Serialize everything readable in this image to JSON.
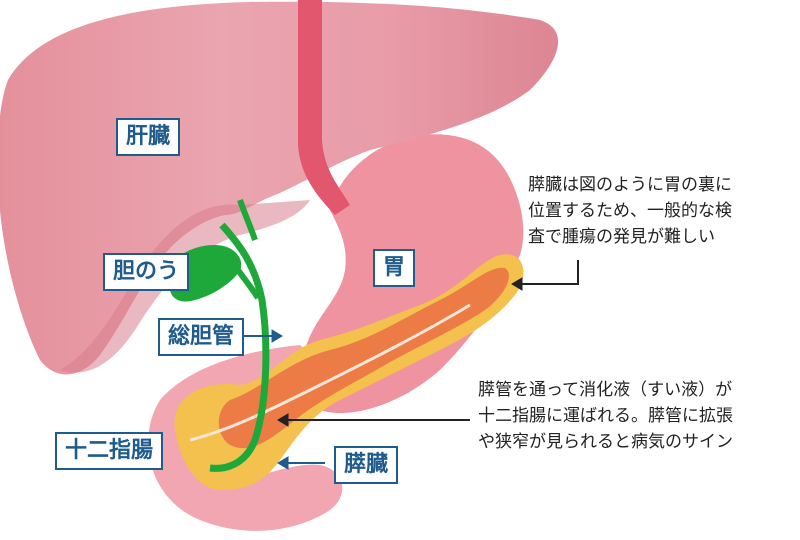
{
  "labels": {
    "liver": "肝臓",
    "gallbladder": "胆のう",
    "common_bile_duct": "総胆管",
    "stomach": "胃",
    "duodenum": "十二指腸",
    "pancreas": "膵臓"
  },
  "notes": {
    "location": [
      "膵臓は図のように胃の裏に",
      "位置するため、一般的な検",
      "査で腫瘍の発見が難しい"
    ],
    "duct": [
      "膵管を通って消化液（すい液）が",
      "十二指腸に運ばれる。膵管に拡張",
      "や狭窄が見られると病気のサイン"
    ]
  },
  "colors": {
    "liver": "#e48c98",
    "liver_highlight": "#eba8b3",
    "stomach": "#ef93a0",
    "esophagus": "#e3576e",
    "duodenum": "#f2a6b2",
    "pancreas_yellow": "#f4c04e",
    "pancreas_orange": "#ec7b45",
    "bile_green": "#1fa83a",
    "label_blue": "#1f5b8d"
  }
}
